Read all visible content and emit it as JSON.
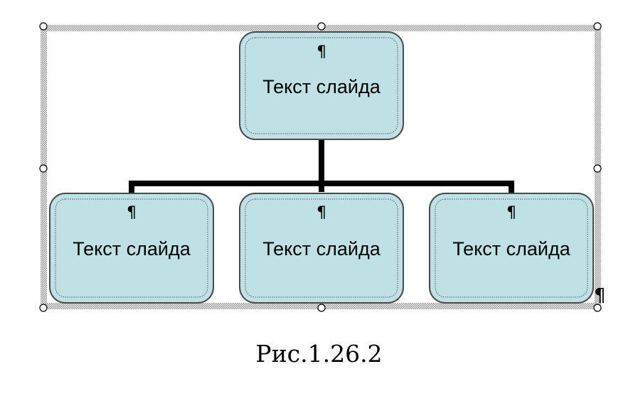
{
  "diagram": {
    "type": "org-chart",
    "para_mark": "¶",
    "trailing_mark": "¶",
    "nodes": [
      {
        "id": "root",
        "text": "Текст слайда",
        "level": 0
      },
      {
        "id": "child-1",
        "text": "Текст слайда",
        "level": 1
      },
      {
        "id": "child-2",
        "text": "Текст слайда",
        "level": 1
      },
      {
        "id": "child-3",
        "text": "Текст слайда",
        "level": 1
      }
    ],
    "edges": [
      {
        "from": "root",
        "to": "child-1"
      },
      {
        "from": "root",
        "to": "child-2"
      },
      {
        "from": "root",
        "to": "child-3"
      }
    ]
  },
  "caption": "Рис.1.26.2",
  "colors": {
    "node_fill": "#bfe1e6",
    "node_border": "#4a4a4a",
    "connector": "#000000",
    "selection_frame": "#a0a0a0"
  }
}
